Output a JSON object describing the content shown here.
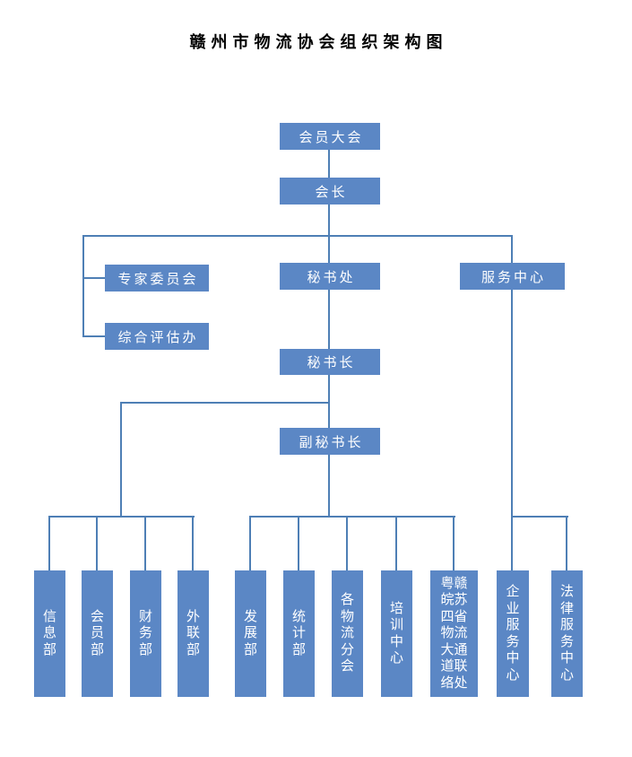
{
  "title": "赣州市物流协会组织架构图",
  "colors": {
    "background": "#ffffff",
    "box-fill": "#5b87c5",
    "box-text": "#ffffff",
    "connector": "#4e7fb5",
    "title-text": "#000000"
  },
  "org": {
    "member_assembly": "会员大会",
    "president": "会长",
    "expert_committee": "专家委员会",
    "evaluation_office": "综合评估办",
    "secretariat": "秘书处",
    "service_center": "服务中心",
    "secretary_general": "秘书长",
    "deputy_secretary_general": "副秘书长",
    "departments": [
      "信息部",
      "会员部",
      "财务部",
      "外联部",
      "发展部",
      "统计部",
      "各物流分会",
      "培训中心",
      "粤赣皖苏四省物流大通道联络处",
      "企业服务中心",
      "法律服务中心"
    ]
  },
  "structure": {
    "edges": [
      [
        "会员大会",
        "会长"
      ],
      [
        "会长",
        "专家委员会"
      ],
      [
        "会长",
        "综合评估办"
      ],
      [
        "会长",
        "秘书处"
      ],
      [
        "会长",
        "服务中心"
      ],
      [
        "秘书处",
        "秘书长"
      ],
      [
        "秘书长",
        "副秘书长"
      ],
      [
        "秘书长",
        "信息部"
      ],
      [
        "秘书长",
        "会员部"
      ],
      [
        "秘书长",
        "财务部"
      ],
      [
        "秘书长",
        "外联部"
      ],
      [
        "副秘书长",
        "发展部"
      ],
      [
        "副秘书长",
        "统计部"
      ],
      [
        "副秘书长",
        "各物流分会"
      ],
      [
        "副秘书长",
        "培训中心"
      ],
      [
        "副秘书长",
        "粤赣皖苏四省物流大通道联络处"
      ],
      [
        "服务中心",
        "企业服务中心"
      ],
      [
        "服务中心",
        "法律服务中心"
      ]
    ]
  }
}
